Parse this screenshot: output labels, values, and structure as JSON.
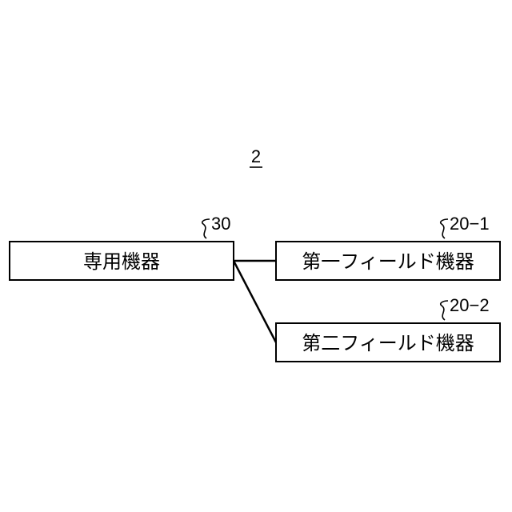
{
  "figure": {
    "label": "2"
  },
  "devices": [
    {
      "id": "dedicated",
      "name": "専用機器",
      "ref": "30"
    },
    {
      "id": "field1",
      "name": "第一フィールド機器",
      "ref": "20−1"
    },
    {
      "id": "field2",
      "name": "第二フィールド機器",
      "ref": "20−2"
    }
  ],
  "colors": {
    "line": "#000000",
    "background": "#ffffff"
  }
}
